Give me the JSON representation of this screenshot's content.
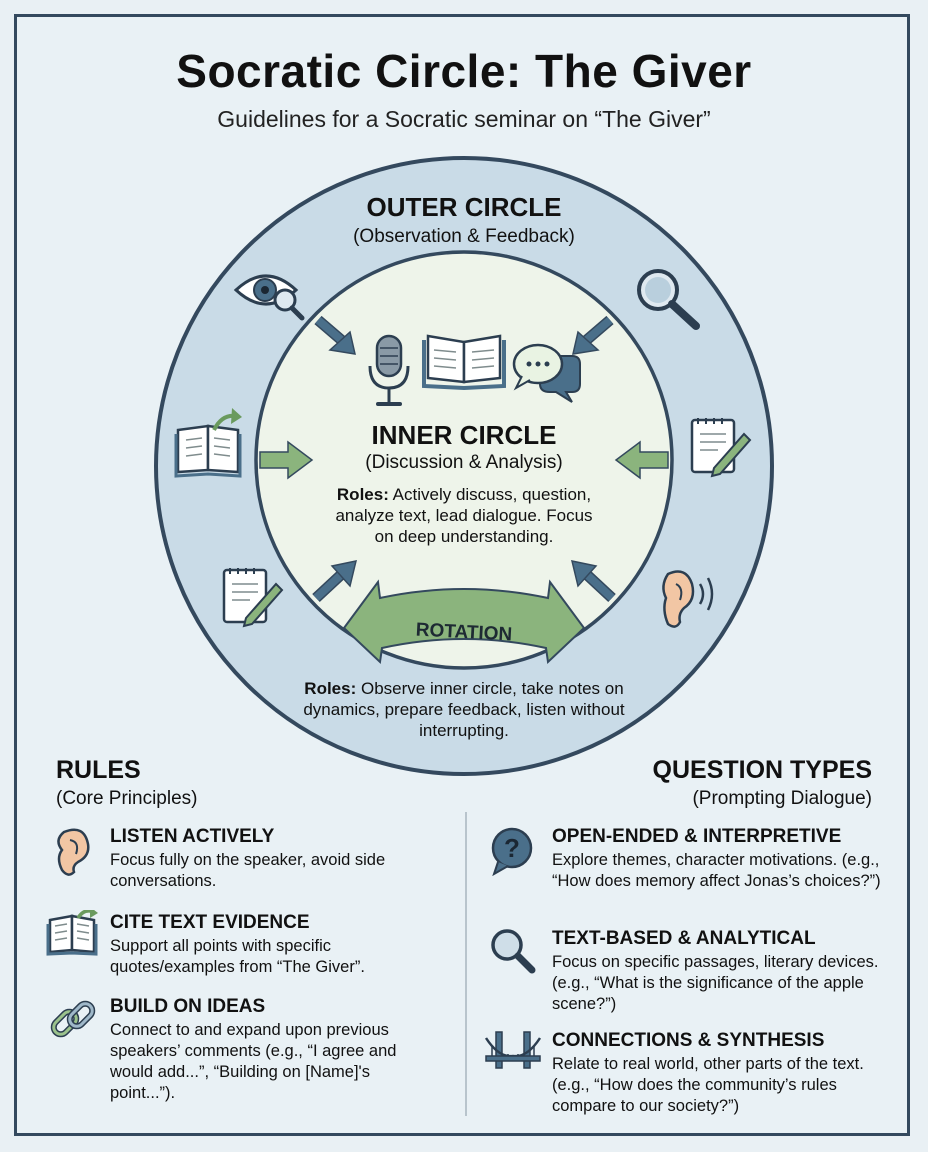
{
  "title": "Socratic Circle: The Giver",
  "subtitle": "Guidelines for a Socratic seminar on “The Giver”",
  "colors": {
    "outer_ring": "#c9dbe7",
    "inner_fill": "#eef4ea",
    "ring_stroke": "#34495e",
    "blue_arrow": "#4a6f8a",
    "green_arrow": "#8bb47d"
  },
  "outer": {
    "heading": "OUTER CIRCLE",
    "sub": "(Observation & Feedback)",
    "roles_label": "Roles:",
    "roles_text": " Observe inner circle, take notes on dynamics, prepare feedback, listen without interrupting.",
    "icons": [
      "eye-magnifier-icon",
      "magnifier-icon",
      "book-share-icon",
      "notepad-pencil-icon",
      "notepad-pencil-icon",
      "ear-sound-icon"
    ]
  },
  "inner": {
    "heading": "INNER CIRCLE",
    "sub": "(Discussion & Analysis)",
    "roles_label": "Roles:",
    "roles_text": " Actively discuss, question, analyze text, lead dialogue. Focus on deep understanding.",
    "icons": [
      "microphone-icon",
      "open-book-icon",
      "speech-bubbles-icon"
    ]
  },
  "rotation_label": "ROTATION",
  "rules": {
    "heading": "RULES",
    "sub": "(Core Principles)",
    "items": [
      {
        "icon": "ear-icon",
        "title": "LISTEN ACTIVELY",
        "body": "Focus fully on the speaker, avoid side conversations."
      },
      {
        "icon": "book-share-icon",
        "title": "CITE TEXT EVIDENCE",
        "body": "Support all points with specific quotes/examples from “The Giver”."
      },
      {
        "icon": "chain-link-icon",
        "title": "BUILD ON IDEAS",
        "body": "Connect to and expand upon previous speakers’ comments (e.g., “I agree and would add...”, “Building on [Name]'s point...”)."
      }
    ]
  },
  "questions": {
    "heading": "QUESTION TYPES",
    "sub": "(Prompting Dialogue)",
    "items": [
      {
        "icon": "question-bubble-icon",
        "title": "OPEN-ENDED & INTERPRETIVE",
        "body": "Explore themes, character motivations. (e.g., “How does memory affect Jonas’s choices?”)"
      },
      {
        "icon": "magnifier-icon",
        "title": "TEXT-BASED & ANALYTICAL",
        "body": "Focus on specific passages, literary devices. (e.g., “What is the significance of the apple scene?”)"
      },
      {
        "icon": "bridge-icon",
        "title": "CONNECTIONS & SYNTHESIS",
        "body": "Relate to real world, other parts of the text. (e.g., “How does the community’s rules compare to our society?”)"
      }
    ]
  }
}
